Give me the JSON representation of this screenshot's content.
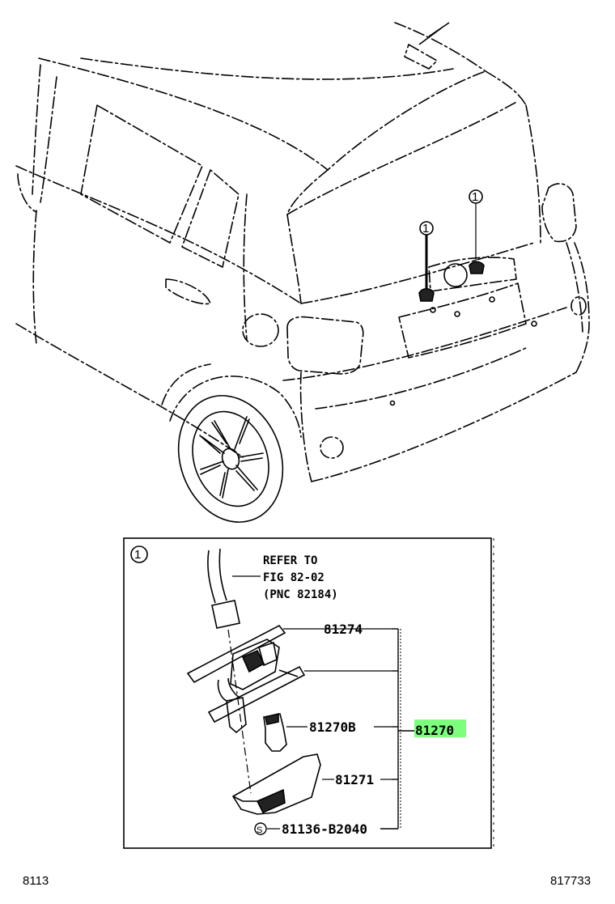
{
  "callout": "1",
  "refer_note": {
    "line1": "REFER TO",
    "line2": "FIG 82-02",
    "line3": "(PNC 82184)"
  },
  "parts": {
    "gasket": "81274",
    "bulb": "81270B",
    "assembly": "81270",
    "lens": "81271",
    "screw_symbol": "S",
    "screw": "81136-B2040"
  },
  "highlight_color": "#7dff7d",
  "footer": {
    "left": "8113",
    "right": "817733"
  }
}
